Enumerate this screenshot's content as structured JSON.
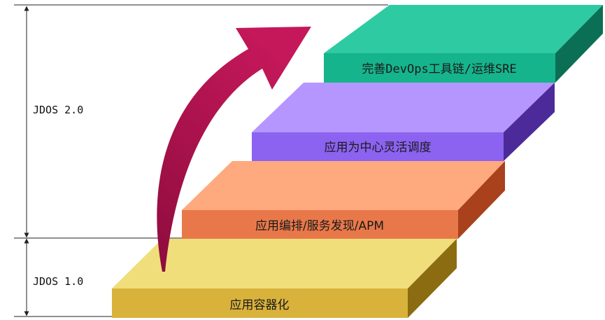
{
  "steps": [
    {
      "label": "应用容器化",
      "colors": {
        "top": "#f0de7a",
        "front": "#d9b23c",
        "side": "#8c6c10",
        "text": "#1a1a1a"
      }
    },
    {
      "label": "应用编排/服务发现/APM",
      "colors": {
        "top": "#ffa97e",
        "front": "#e8784a",
        "side": "#a8411c",
        "text": "#1a1a1a"
      }
    },
    {
      "label": "应用为中心灵活调度",
      "colors": {
        "top": "#b596ff",
        "front": "#8c62f0",
        "side": "#4d2a99",
        "text": "#1a1a1a"
      }
    },
    {
      "label": "完善DevOps工具链/运维SRE",
      "colors": {
        "top": "#2ecba3",
        "front": "#15b48c",
        "side": "#0b6f55",
        "text": "#1a1a1a"
      }
    }
  ],
  "phases": [
    {
      "label": "JDOS 1.0"
    },
    {
      "label": "JDOS 2.0"
    }
  ],
  "colors": {
    "arrow": "#c4185a",
    "arrow_dark": "#8e0c3e",
    "guide": "#222222"
  }
}
